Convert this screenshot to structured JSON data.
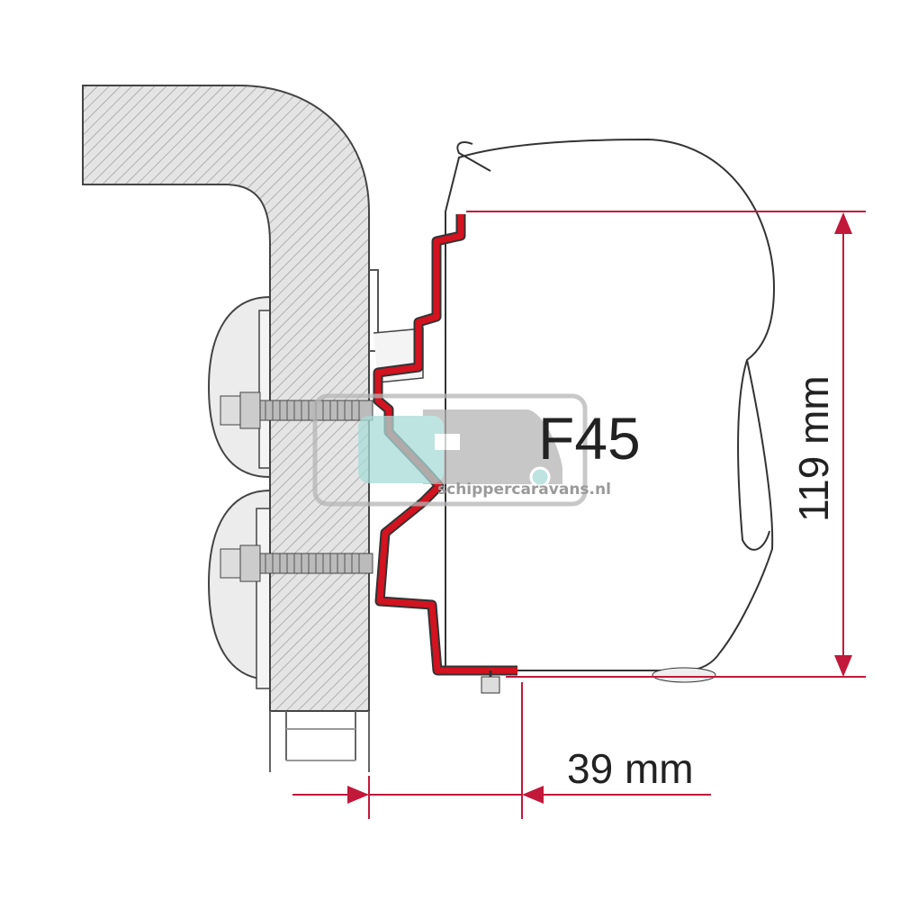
{
  "diagram": {
    "model_label": "F45",
    "height_dimension": "119 mm",
    "depth_dimension": "39 mm",
    "watermark": "schippercaravans.nl"
  },
  "colors": {
    "bracket": "#d3131f",
    "dimension_lines": "#c2183a",
    "outline": "#333333",
    "watermark_teal": "#a8dcd8",
    "watermark_gray": "#b5b5b5"
  }
}
